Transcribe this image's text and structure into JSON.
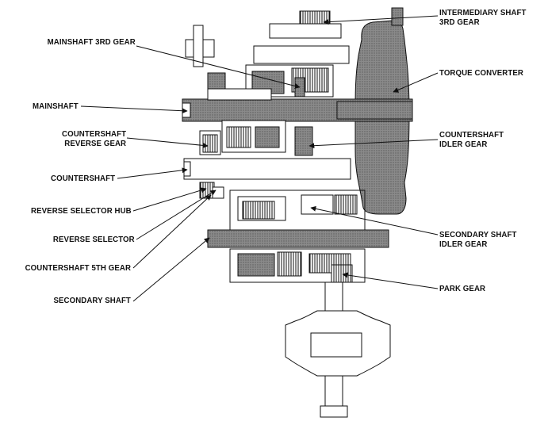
{
  "labels": {
    "intermediary_shaft_3rd_gear": [
      "INTERMEDIARY SHAFT",
      "3RD GEAR"
    ],
    "mainshaft_3rd_gear": [
      "MAINSHAFT 3RD GEAR"
    ],
    "torque_converter": [
      "TORQUE CONVERTER"
    ],
    "mainshaft": [
      "MAINSHAFT"
    ],
    "countershaft_reverse_gear": [
      "COUNTERSHAFT",
      "REVERSE GEAR"
    ],
    "countershaft_idler_gear": [
      "COUNTERSHAFT",
      "IDLER GEAR"
    ],
    "countershaft": [
      "COUNTERSHAFT"
    ],
    "reverse_selector_hub": [
      "REVERSE SELECTOR HUB"
    ],
    "reverse_selector": [
      "REVERSE SELECTOR"
    ],
    "secondary_shaft_idler_gear": [
      "SECONDARY SHAFT",
      "IDLER GEAR"
    ],
    "countershaft_5th_gear": [
      "COUNTERSHAFT 5TH GEAR"
    ],
    "park_gear": [
      "PARK GEAR"
    ],
    "secondary_shaft": [
      "SECONDARY SHAFT"
    ]
  },
  "colors": {
    "ink": "#111111",
    "shaft": "#7a7a7a",
    "hatch": "#9a9a9a",
    "paper": "#ffffff"
  }
}
